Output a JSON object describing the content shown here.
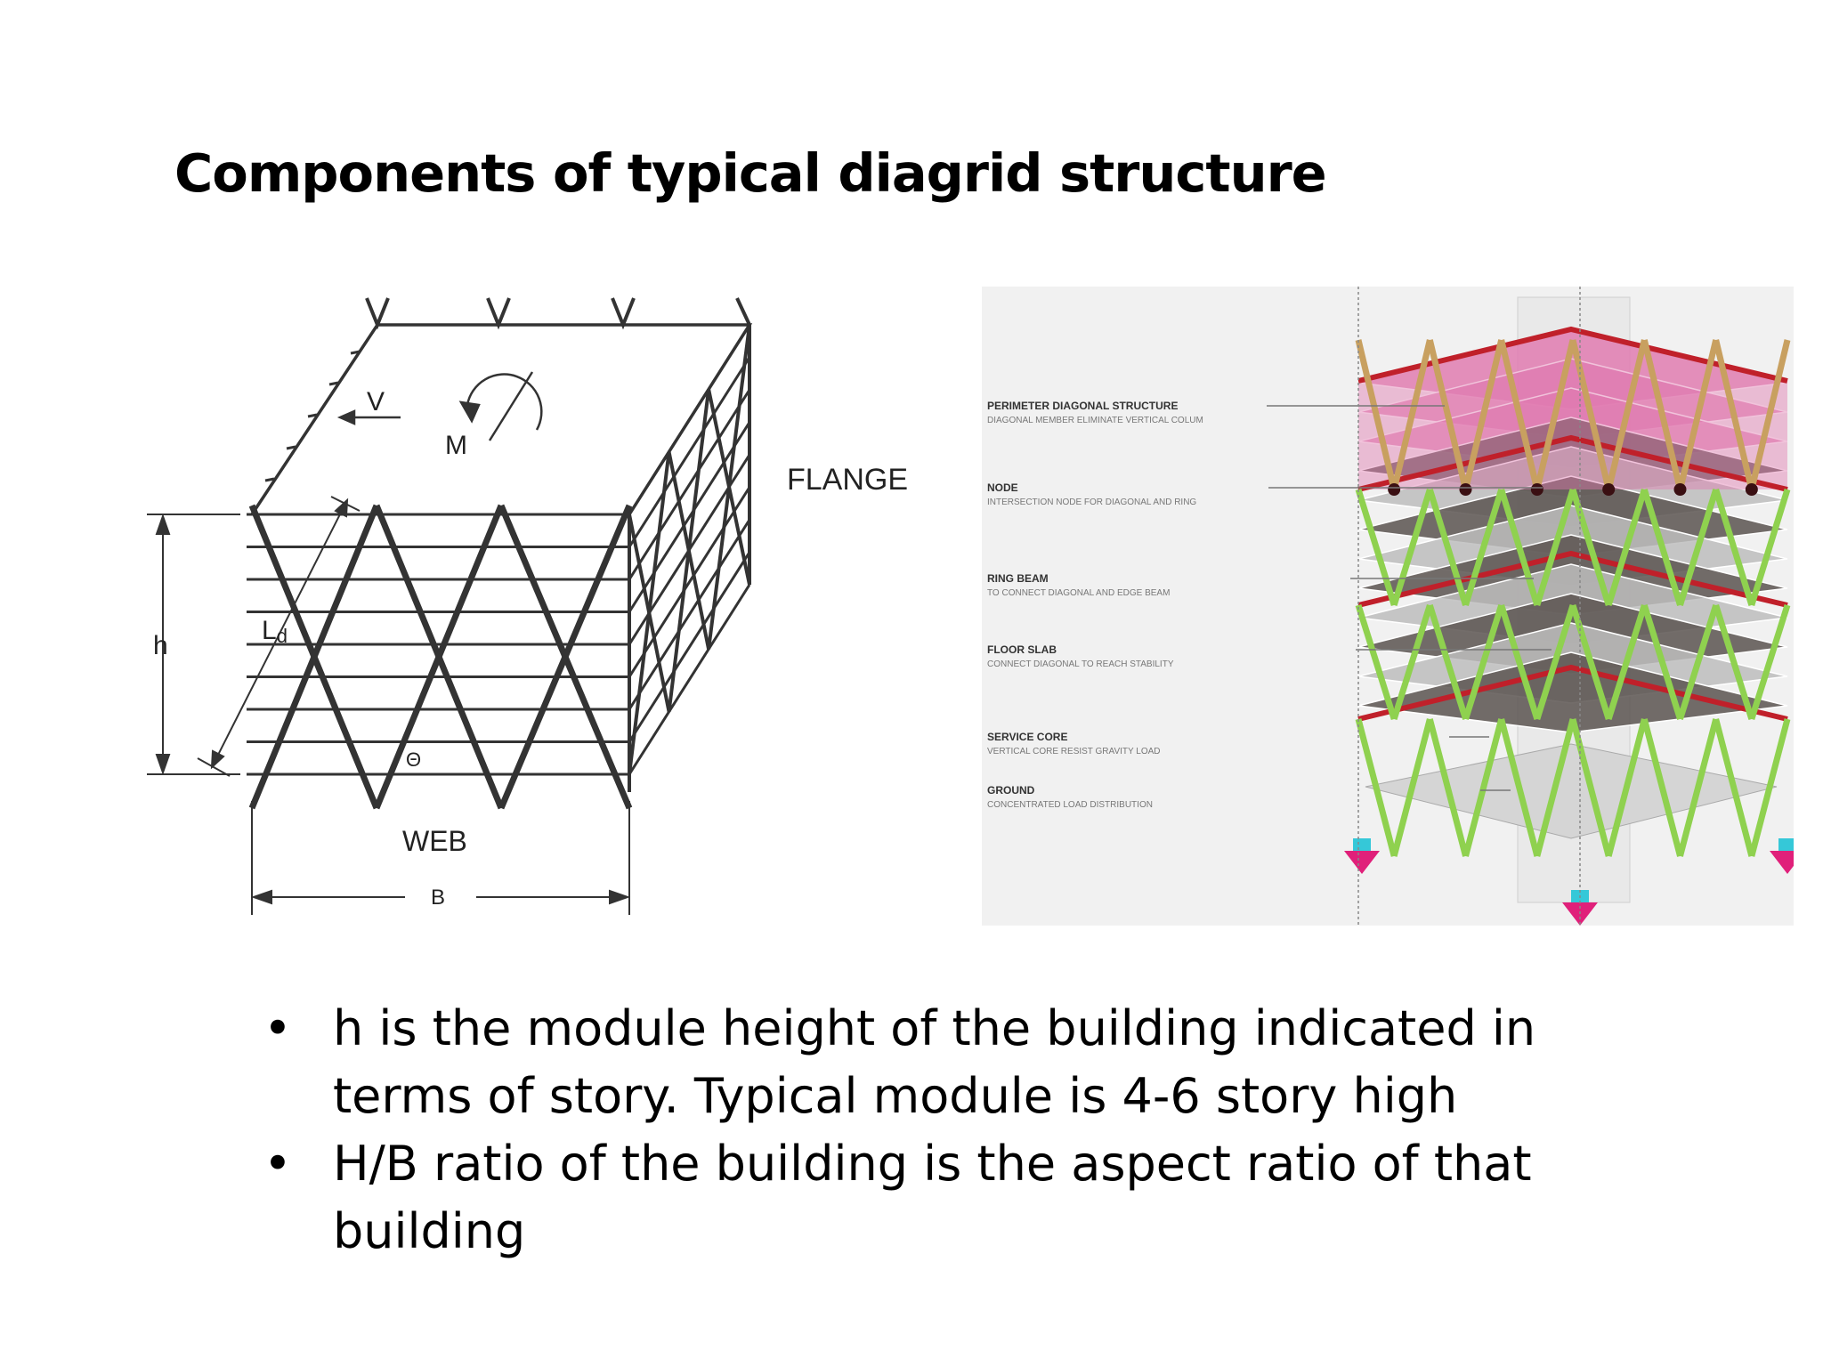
{
  "title": "Components of typical diagrid structure",
  "left_diagram": {
    "labels": {
      "shear": "V",
      "moment": "M",
      "flange": "FLANGE",
      "height": "h",
      "diagonal_length": "L",
      "diagonal_length_sub": "d",
      "angle": "Θ",
      "web": "WEB",
      "width": "B"
    }
  },
  "right_diagram": {
    "colors": {
      "diagonal": "#8fd14f",
      "ring_beam": "#c0202a",
      "top_zone": "#e07ab0",
      "slab": "#5a5350",
      "arrow": "#e0207a"
    },
    "components": [
      {
        "name": "PERIMETER DIAGONAL STRUCTURE",
        "desc": "DIAGONAL MEMBER ELIMINATE VERTICAL COLUM"
      },
      {
        "name": "NODE",
        "desc": "INTERSECTION NODE FOR DIAGONAL AND RING"
      },
      {
        "name": "RING BEAM",
        "desc": "TO CONNECT DIAGONAL AND EDGE BEAM"
      },
      {
        "name": "FLOOR SLAB",
        "desc": "CONNECT DIAGONAL TO REACH STABILITY"
      },
      {
        "name": "SERVICE CORE",
        "desc": "VERTICAL CORE RESIST GRAVITY LOAD"
      },
      {
        "name": "GROUND",
        "desc": "CONCENTRATED LOAD DISTRIBUTION"
      }
    ]
  },
  "bullets": [
    {
      "marker": "•",
      "text": "h is the module height of the building indicated in terms of story. Typical module is 4-6 story high"
    },
    {
      "marker": "•",
      "text": "H/B ratio of the building is the aspect ratio of that building"
    }
  ]
}
